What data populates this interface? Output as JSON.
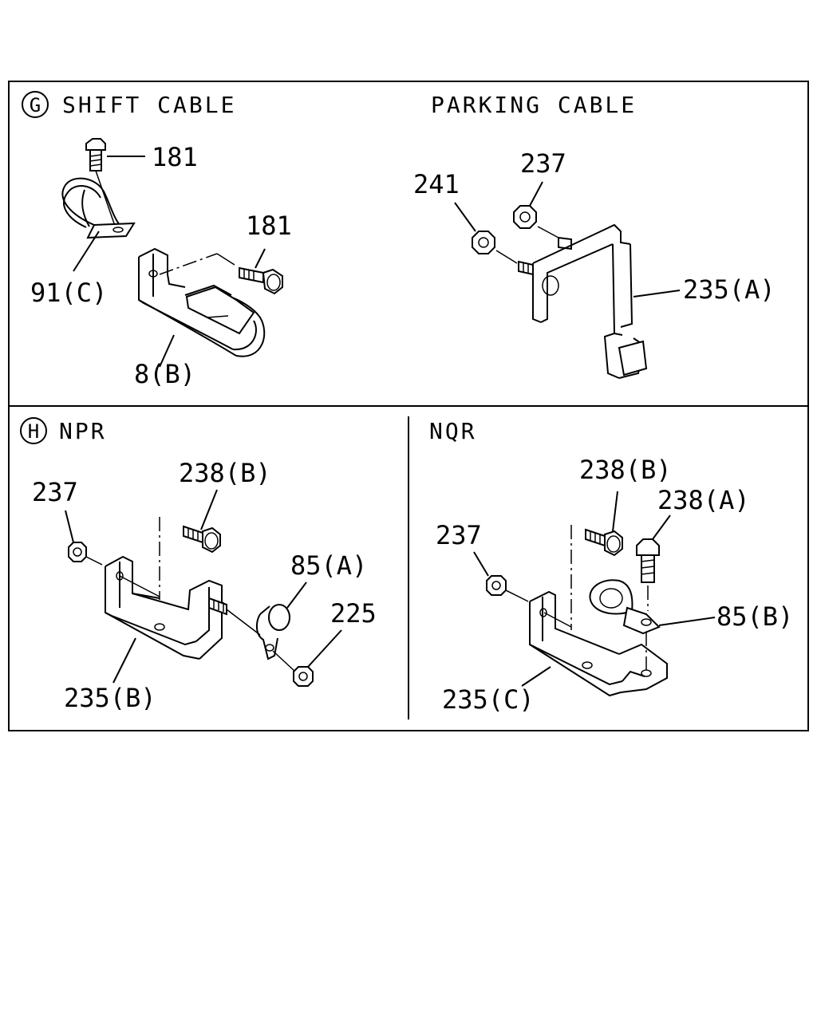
{
  "sections": {
    "g": {
      "marker": "G",
      "title_left": "SHIFT CABLE",
      "title_right": "PARKING CABLE",
      "labels": {
        "bolt_top": "181",
        "clip_left": "91(C)",
        "bolt_mid": "181",
        "bracket_left": "8(B)",
        "nut_241": "241",
        "nut_237": "237",
        "bracket_right": "235(A)"
      }
    },
    "h": {
      "marker": "H",
      "title_left": "NPR",
      "title_right": "NQR",
      "npr_labels": {
        "nut": "237",
        "bolt": "238(B)",
        "clip": "85(A)",
        "nut2": "225",
        "bracket": "235(B)"
      },
      "nqr_labels": {
        "nut": "237",
        "bolt_b": "238(B)",
        "bolt_a": "238(A)",
        "clip": "85(B)",
        "bracket": "235(C)"
      }
    }
  }
}
